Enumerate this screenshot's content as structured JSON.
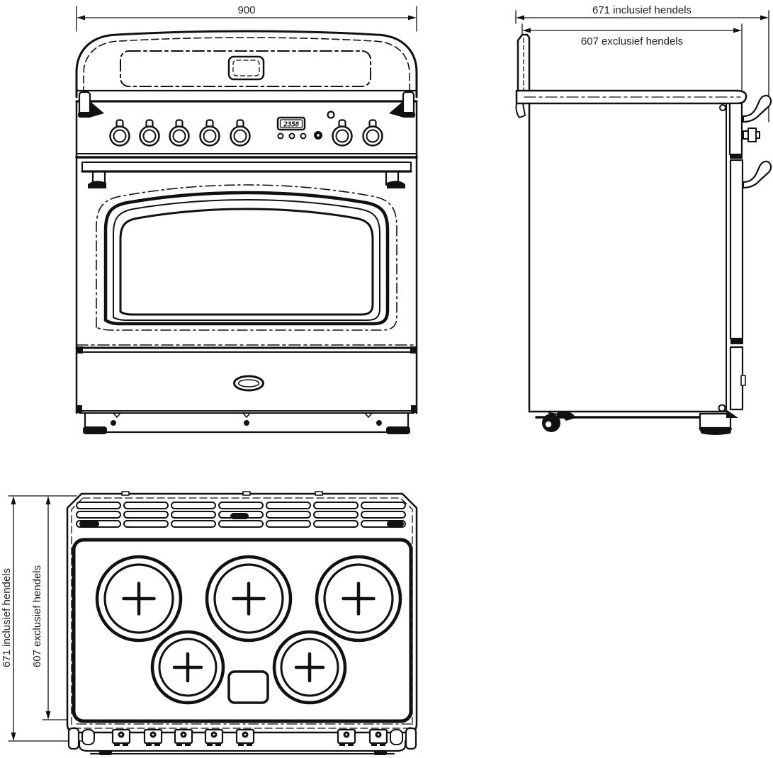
{
  "drawing_title": "range-cooker-dimension-drawing",
  "colors": {
    "line": "#111111",
    "text": "#231f20",
    "background": "#ffffff"
  },
  "front_view": {
    "width_label": "900",
    "display_value": "2358",
    "burner_knob_count": 5,
    "oven_knob_count": 2
  },
  "side_view": {
    "depth_including_handles_label": "671 inclusief hendels",
    "depth_excluding_handles_label": "607 exclusief hendels"
  },
  "top_view": {
    "depth_including_handles_label": "671 inclusief hendels",
    "depth_excluding_handles_label": "607 exclusief hendels",
    "cooking_zones_large": 3,
    "cooking_zones_small": 2
  }
}
